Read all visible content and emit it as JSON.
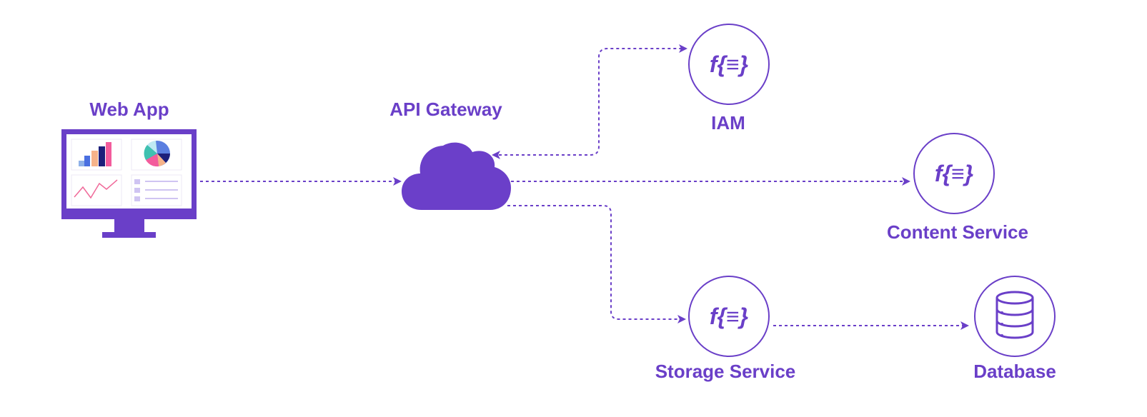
{
  "colors": {
    "primary": "#6a3fc8",
    "cloud": "#6b3fc9",
    "bar_light_blue": "#8fb1e8",
    "bar_blue": "#4a6fe0",
    "bar_peach": "#f6b38a",
    "bar_navy": "#1c1f7a",
    "bar_pink": "#f35c9c",
    "pie_blue": "#5b7fe0",
    "pie_navy": "#1c1f7a",
    "pie_peach": "#f6b38a",
    "pie_pink": "#f35c9c",
    "pie_teal": "#3fc1b0",
    "pie_light": "#bfe9f3",
    "line_pink": "#f06a9a",
    "list_lavender": "#cfc4f2"
  },
  "nodes": {
    "web_app": {
      "label": "Web App"
    },
    "api_gateway": {
      "label": "API Gateway"
    },
    "iam": {
      "label": "IAM",
      "icon": "function-icon"
    },
    "content_service": {
      "label": "Content Service",
      "icon": "function-icon"
    },
    "storage_service": {
      "label": "Storage Service",
      "icon": "function-icon"
    },
    "database": {
      "label": "Database",
      "icon": "database-icon"
    }
  },
  "edges": [
    {
      "from": "web_app",
      "to": "api_gateway",
      "style": "dashed-arrow"
    },
    {
      "from": "api_gateway",
      "to": "iam",
      "style": "dashed-arrow-bidirectional"
    },
    {
      "from": "api_gateway",
      "to": "content_service",
      "style": "dashed-arrow"
    },
    {
      "from": "api_gateway",
      "to": "storage_service",
      "style": "dashed-arrow"
    },
    {
      "from": "storage_service",
      "to": "database",
      "style": "dashed-arrow"
    }
  ]
}
